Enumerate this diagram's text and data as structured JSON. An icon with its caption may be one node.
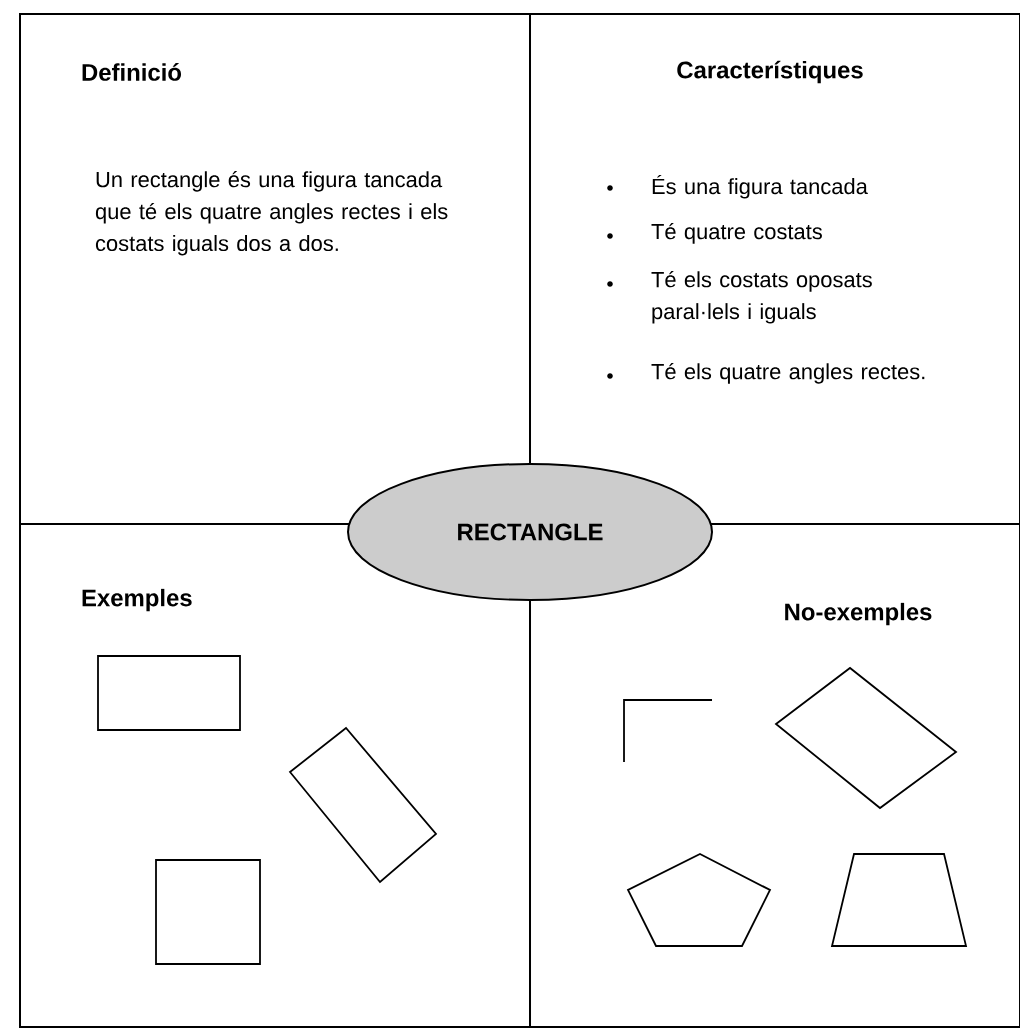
{
  "diagram": {
    "nodes": [
      {
        "text": [
          "Definició",
          "Un rectangle és una figura tancada que té els quatre angles rectes i els costats iguals dos a dos."
        ]
      },
      {
        "text": [
          "Característiques",
          "És una figura tancada",
          "Té quatre costats",
          "Té els costats oposats paral·lels i iguals",
          "Té els quatre angles rectes."
        ]
      },
      {
        "text": [
          "Exemples"
        ]
      },
      {
        "text": [
          "No-exemples"
        ]
      },
      {
        "text": [
          "RECTANGLE"
        ]
      }
    ]
  }
}
